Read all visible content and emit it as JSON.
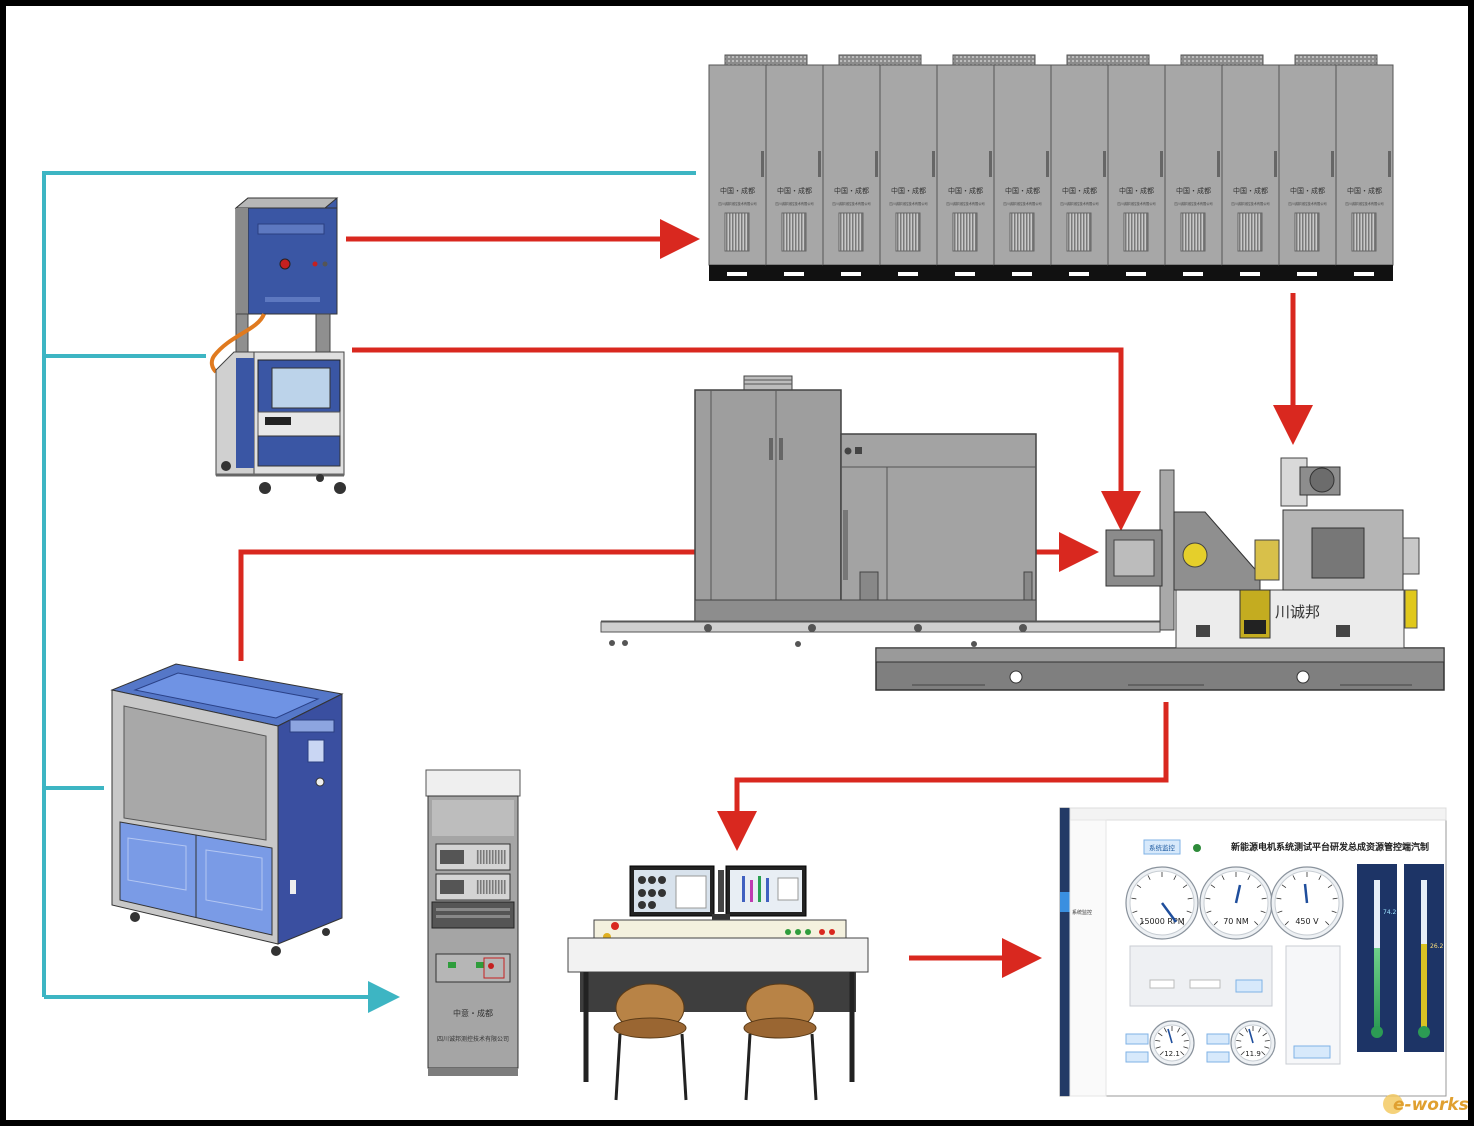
{
  "cabinets": {
    "count": 12,
    "brand": "中国・成都",
    "maker": "四川诚邦测控技术有限公司"
  },
  "ctrl_box": {
    "title": "",
    "subtitle": ""
  },
  "dyno": {
    "brand": "川诚邦"
  },
  "rack": {
    "title": "",
    "brand": "中意・成都",
    "maker": "四川诚邦测控技术有限公司"
  },
  "software": {
    "title": "新能源电机系统测试平台研发总成资源管控端汽制",
    "tab1": "系统监控",
    "gauges": [
      {
        "label": "15000 RPM"
      },
      {
        "label": "70 NM"
      },
      {
        "label": "450 V"
      }
    ],
    "small_gauges": [
      {
        "label": "12.1"
      },
      {
        "label": "11.9"
      }
    ],
    "sidebar_title": "系统监控",
    "thermo": [
      {
        "value": "74.2"
      },
      {
        "value": "26.2"
      }
    ]
  },
  "watermark": {
    "text": "e-works"
  },
  "colors": {
    "arrow_red": "#d9281f",
    "line_teal": "#3db5c3",
    "cabinet_gray": "#a7a7a7",
    "cooler_blue": "#3a4fa0"
  }
}
